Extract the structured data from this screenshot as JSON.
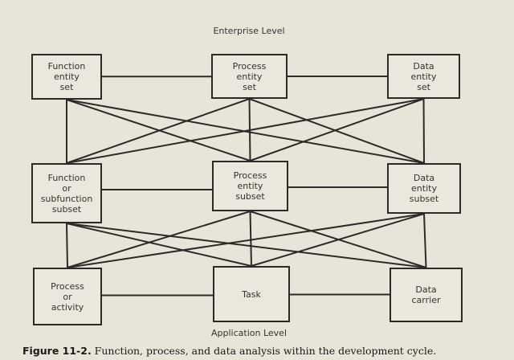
{
  "levels": {
    "top": "Enterprise Level",
    "bottom": "Application Level"
  },
  "boxes": {
    "function_entity_set": "Function\nentity\nset",
    "process_entity_set": "Process\nentity\nset",
    "data_entity_set": "Data\nentity\nset",
    "function_subset": "Function\nor\nsubfunction\nsubset",
    "process_entity_subset": "Process\nentity\nsubset",
    "data_entity_subset": "Data\nentity\nsubset",
    "process_or_activity": "Process\nor\nactivity",
    "task": "Task",
    "data_carrier": "Data\ncarrier"
  },
  "caption": {
    "label": "Figure 11-2.",
    "text": " Function, process, and data analysis within the development cycle."
  }
}
